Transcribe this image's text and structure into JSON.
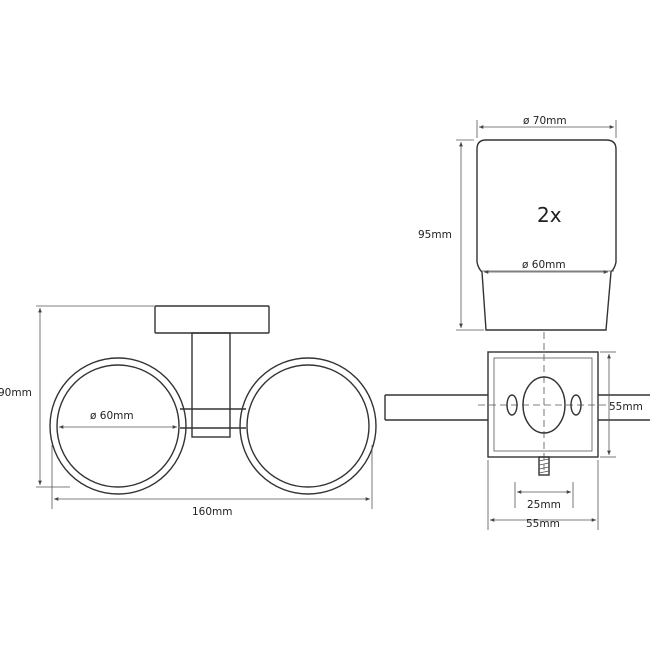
{
  "front_view": {
    "height_label": "90mm",
    "inner_diameter_label": "ø 60mm",
    "width_label": "160mm"
  },
  "cup_view": {
    "top_diameter_label": "ø 70mm",
    "quantity_label": "2x",
    "height_label": "95mm",
    "bottom_diameter_label": "ø 60mm"
  },
  "mount_plate": {
    "height_label": "55mm",
    "hole_spacing_label": "25mm",
    "width_label": "55mm"
  },
  "colors": {
    "line": "#333333",
    "text": "#222222",
    "background": "#ffffff"
  }
}
